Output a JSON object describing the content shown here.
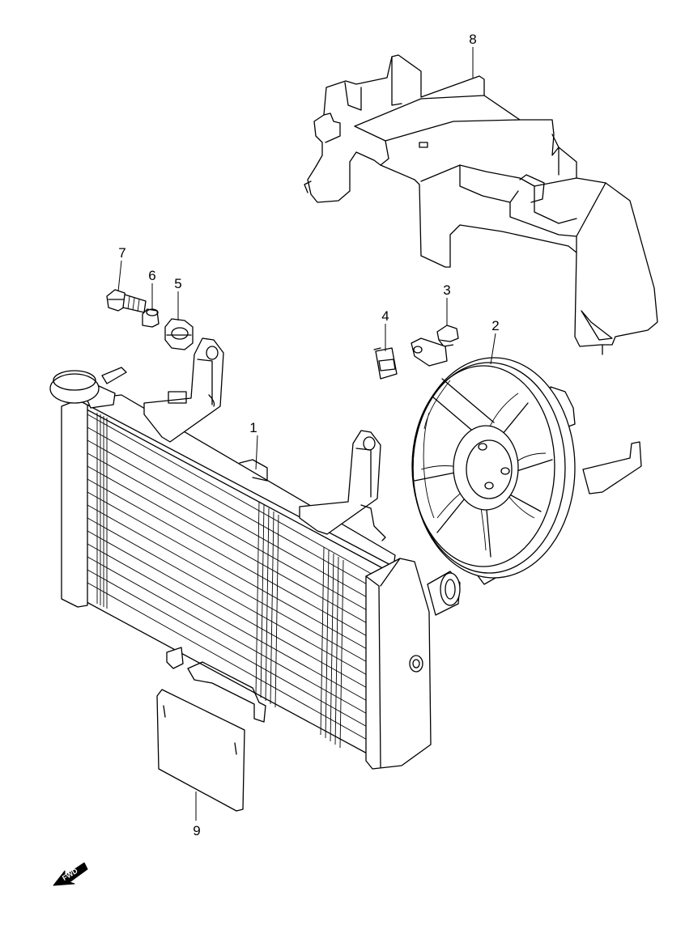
{
  "callouts": [
    {
      "id": "1",
      "label": "1",
      "part": "radiator"
    },
    {
      "id": "2",
      "label": "2",
      "part": "cooling-fan"
    },
    {
      "id": "3",
      "label": "3",
      "part": "bolt"
    },
    {
      "id": "4",
      "label": "4",
      "part": "nut-clip"
    },
    {
      "id": "5",
      "label": "5",
      "part": "rubber-cushion"
    },
    {
      "id": "6",
      "label": "6",
      "part": "spacer"
    },
    {
      "id": "7",
      "label": "7",
      "part": "bolt"
    },
    {
      "id": "8",
      "label": "8",
      "part": "cover-shroud"
    },
    {
      "id": "9",
      "label": "9",
      "part": "plate"
    }
  ],
  "fwd_indicator": {
    "label": "FWD",
    "icon": "fwd-arrow-icon"
  },
  "colors": {
    "line": "#000000",
    "background": "#ffffff"
  }
}
